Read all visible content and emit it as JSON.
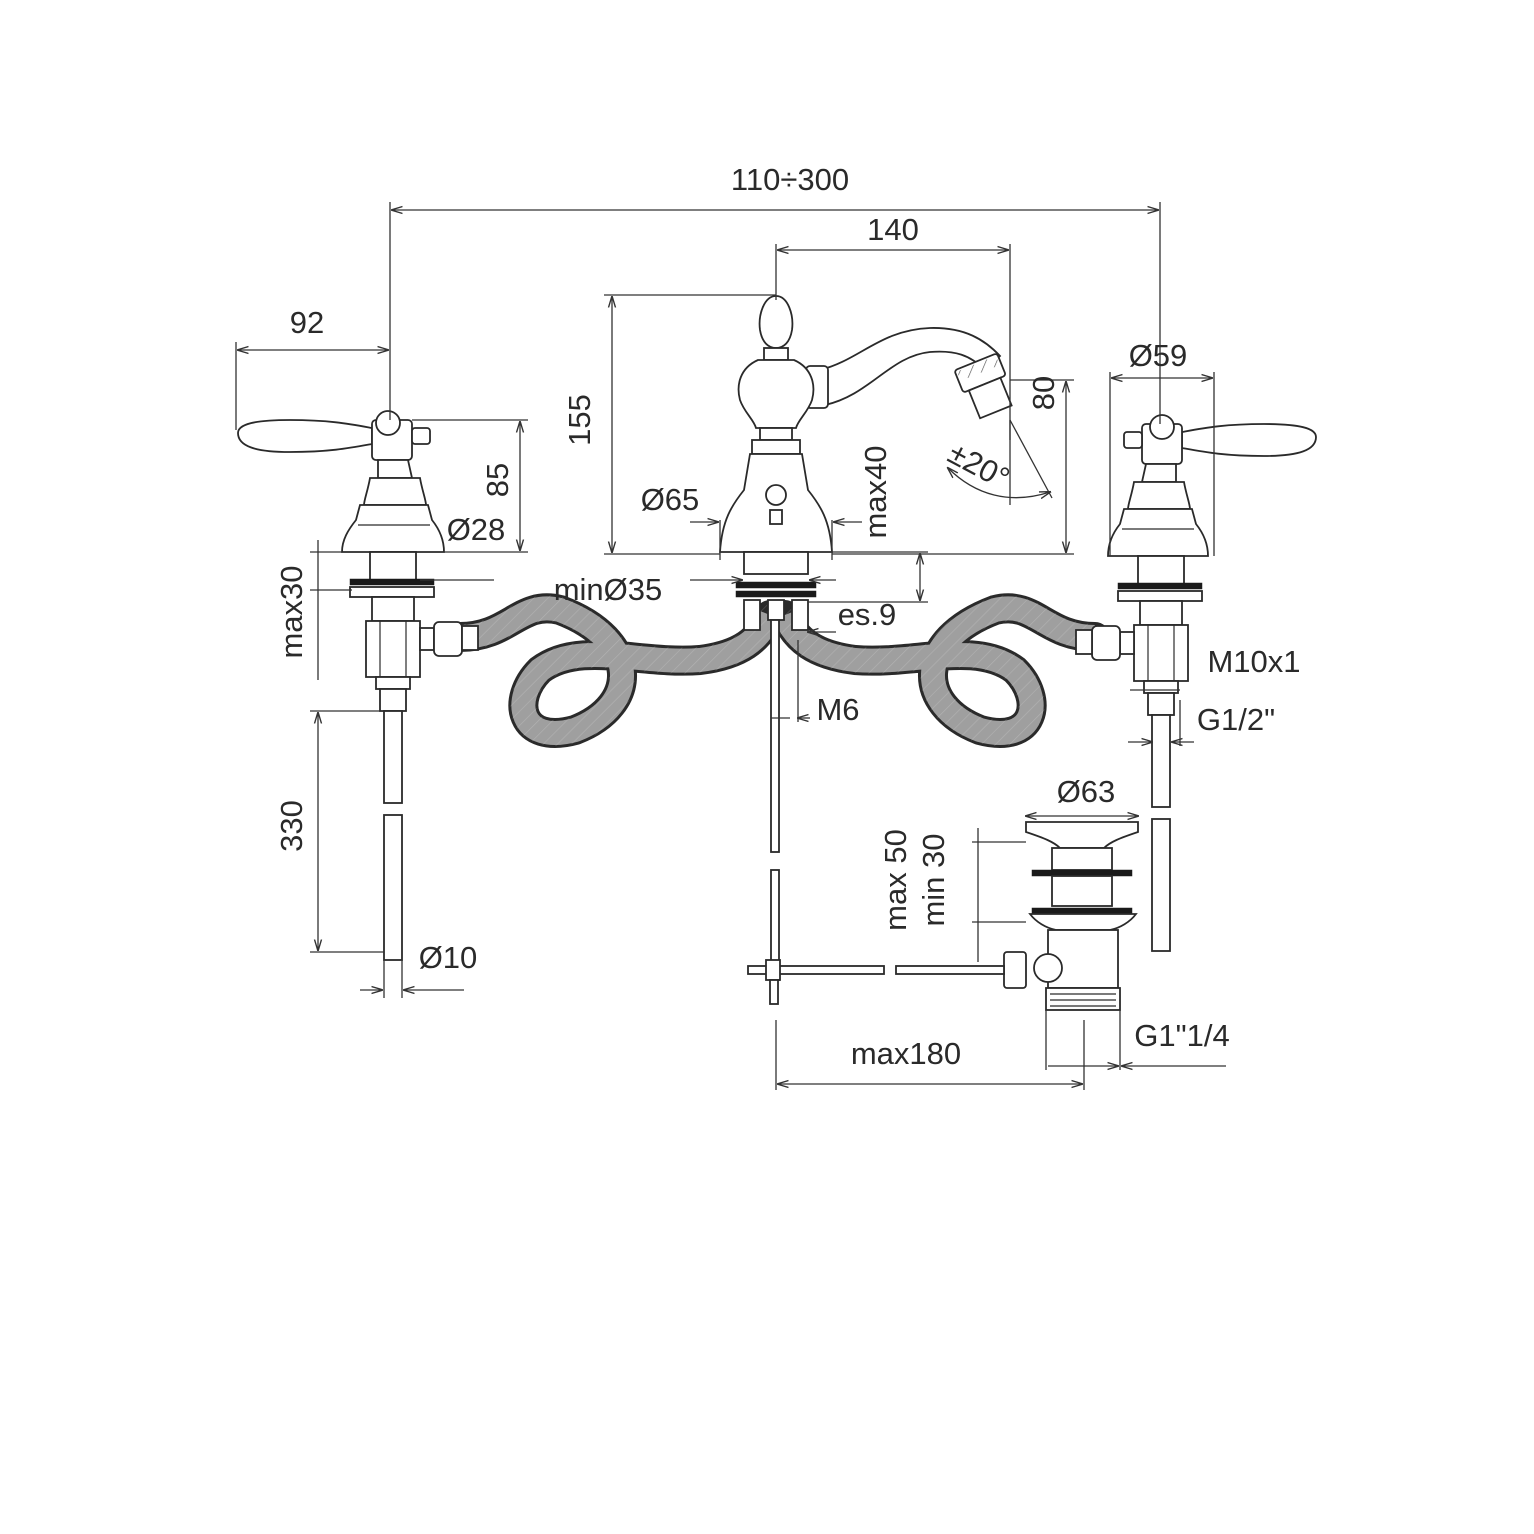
{
  "dimensions": {
    "overall_spread": "110÷300",
    "spout_reach": "140",
    "handle_offset": "92",
    "rosette_dia_right": "Ø59",
    "spout_height": "155",
    "spray_height": "80",
    "swivel_angle": "±20°",
    "valve_height": "85",
    "valve_dia": "Ø28",
    "base_dia": "Ø65",
    "max_deck": "max40",
    "min_hole": "minØ35",
    "nut_thickness": "es.9",
    "rod_thread": "M6",
    "valve_deck": "max30",
    "valve_thread": "M10x1",
    "inlet_thread": "G1/2\"",
    "pipe_length": "330",
    "pipe_dia": "Ø10",
    "waste_dia": "Ø63",
    "waste_range_max": "max 50",
    "waste_range_min": "min 30",
    "waste_thread": "G1\"1/4",
    "rod_reach": "max180"
  }
}
